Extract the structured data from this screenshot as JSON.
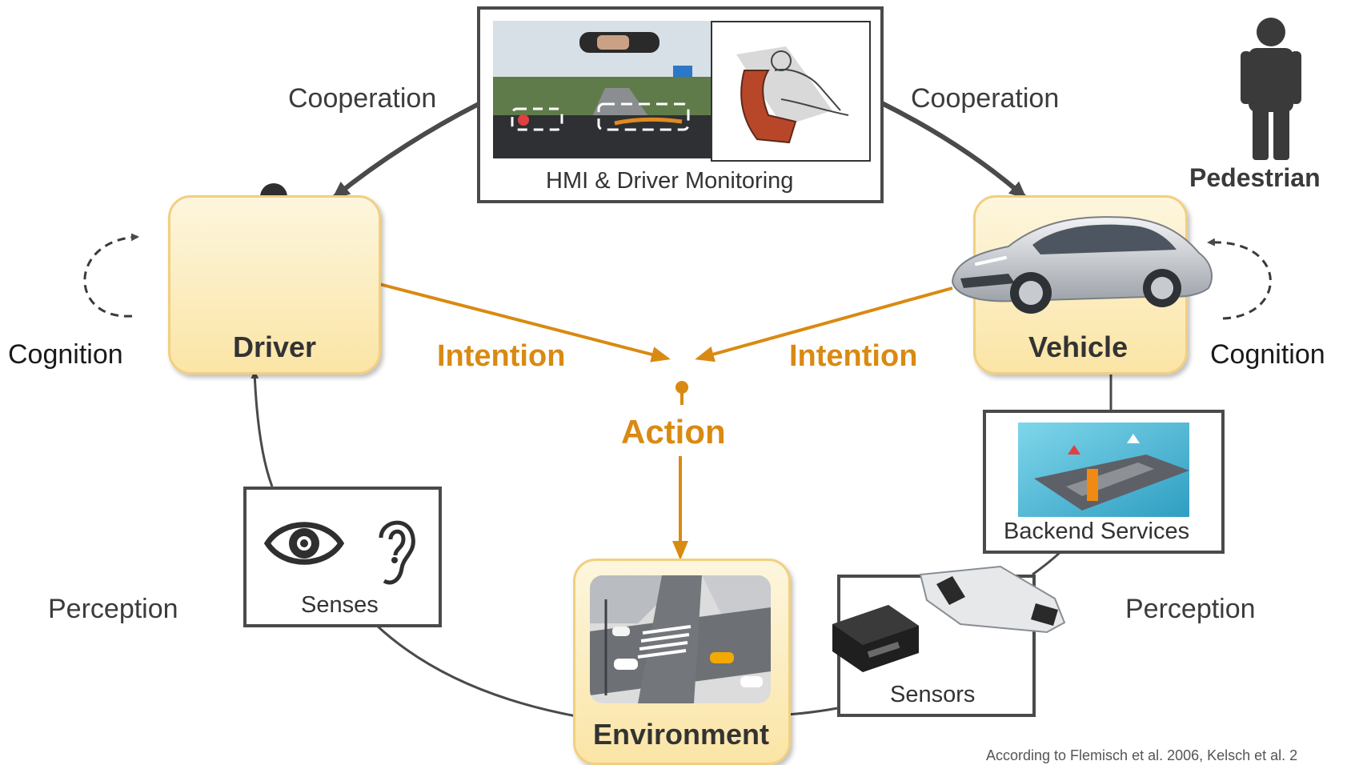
{
  "labels": {
    "cooperation_left": "Cooperation",
    "cooperation_right": "Cooperation",
    "intention_left": "Intention",
    "intention_right": "Intention",
    "action": "Action",
    "cognition_left": "Cognition",
    "cognition_right": "Cognition",
    "perception_left": "Perception",
    "perception_right": "Perception",
    "pedestrian": "Pedestrian"
  },
  "nodes": {
    "driver": "Driver",
    "vehicle": "Vehicle",
    "environment": "Environment"
  },
  "panels": {
    "hmi": "HMI & Driver Monitoring",
    "senses": "Senses",
    "backend": "Backend Services",
    "sensors": "Sensors"
  },
  "footnote": "According to Flemisch et al. 2006, Kelsch et al. 2",
  "colors": {
    "accent_orange": "#d98a12",
    "arrow_gray": "#4a4a4a",
    "node_fill": "#fbe5a6",
    "node_border": "#f2cf80"
  }
}
